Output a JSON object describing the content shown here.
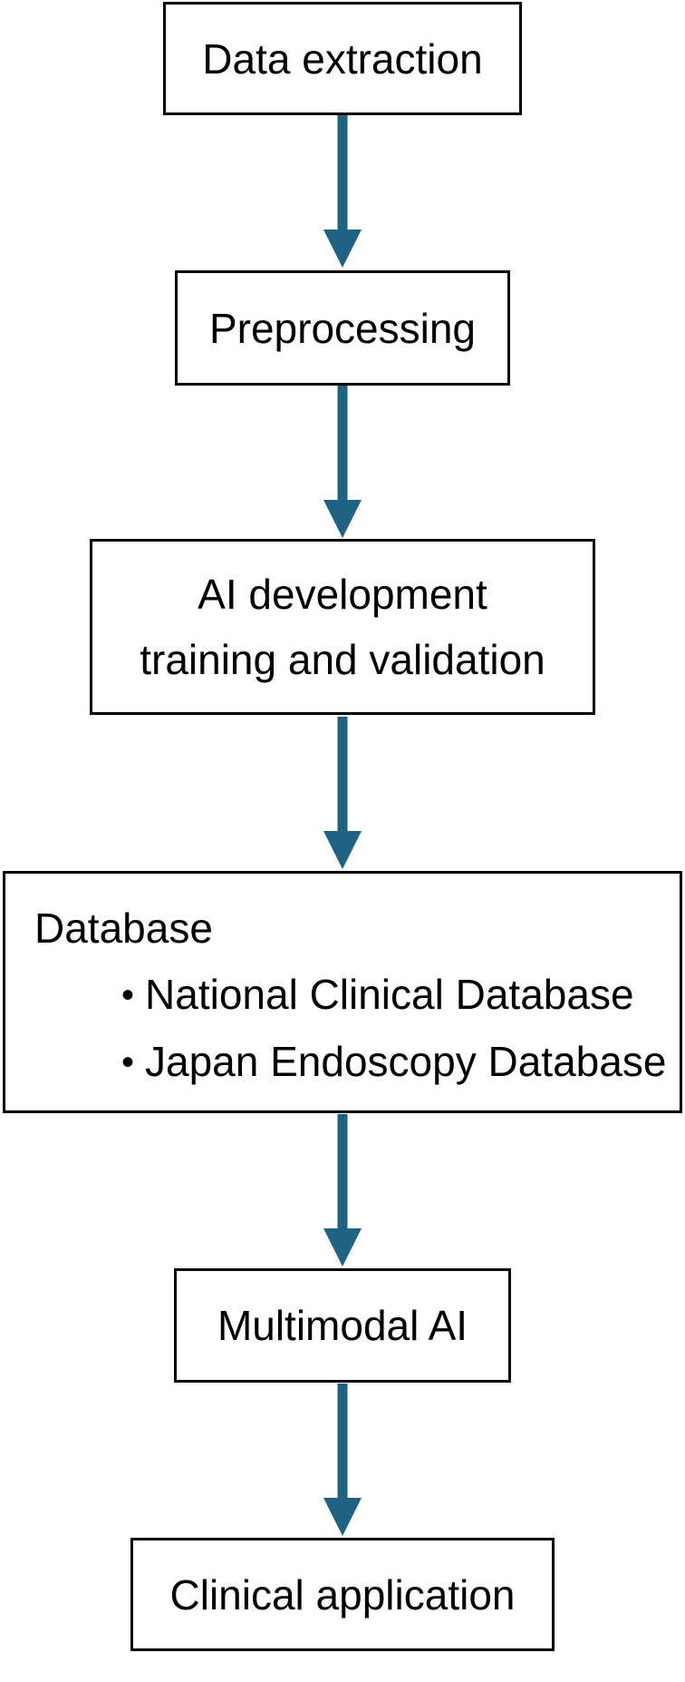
{
  "diagram": {
    "background_color": "#FFFFFF",
    "box_border_color": "#000000",
    "text_color": "#000000",
    "arrow_color": "#1E6284",
    "bullet_glyph": "•",
    "nodes": {
      "data_extraction": {
        "label": "Data extraction"
      },
      "preprocessing": {
        "label": "Preprocessing"
      },
      "ai_development": {
        "label_line1": "AI development",
        "label_line2": "training and validation"
      },
      "database": {
        "title": "Database",
        "items": [
          {
            "label": "National Clinical Database"
          },
          {
            "label": "Japan Endoscopy Database"
          }
        ]
      },
      "multimodal_ai": {
        "label": "Multimodal AI"
      },
      "clinical_application": {
        "label": "Clinical application"
      }
    }
  }
}
